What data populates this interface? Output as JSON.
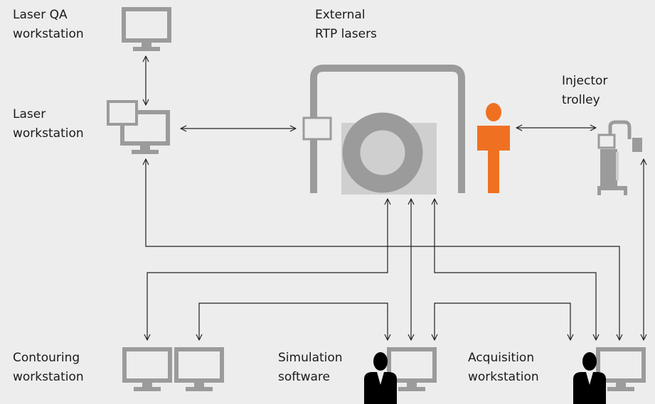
{
  "labels": {
    "laser_qa": [
      "Laser QA",
      "workstation"
    ],
    "external_lasers": [
      "External",
      "RTP lasers"
    ],
    "injector": [
      "Injector",
      "trolley"
    ],
    "laser_ws": [
      "Laser",
      "workstation"
    ],
    "contouring": [
      "Contouring",
      "workstation"
    ],
    "simulation": [
      "Simulation",
      "software"
    ],
    "acquisition": [
      "Acquisition",
      "workstation"
    ]
  },
  "colors": {
    "background": "#ededed",
    "device_gray": "#9b9b9b",
    "device_light": "#cfcfcf",
    "person_highlight": "#f07022",
    "operator": "#000000",
    "line": "#222222",
    "text": "#1a1a1a"
  },
  "icons": {
    "monitor": "monitor-icon",
    "ct_scanner": "ct-gantry-icon",
    "patient": "person-icon",
    "operator": "operator-icon",
    "injector": "injector-trolley-icon"
  }
}
